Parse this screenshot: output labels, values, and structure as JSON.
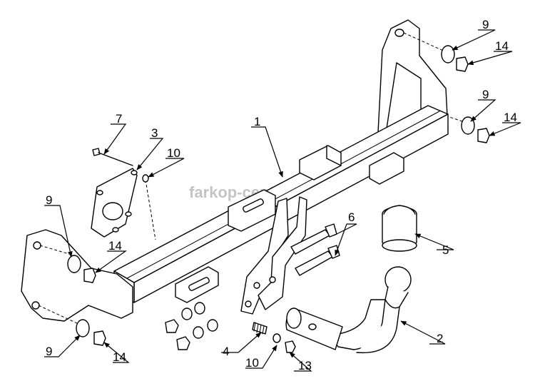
{
  "watermark": "farkop-center.ru",
  "callouts": {
    "c1": "1",
    "c3": "3",
    "c4": "4",
    "c5": "5",
    "c6": "6",
    "c7": "7",
    "c9_top": "9",
    "c14_top": "14",
    "c9_mid": "9",
    "c14_mid": "14",
    "c10_upper": "10",
    "c9_left": "9",
    "c14_left": "14",
    "c9_bottom": "9",
    "c14_bottom": "14",
    "c2": "2",
    "c10_lower": "10",
    "c13": "13"
  }
}
